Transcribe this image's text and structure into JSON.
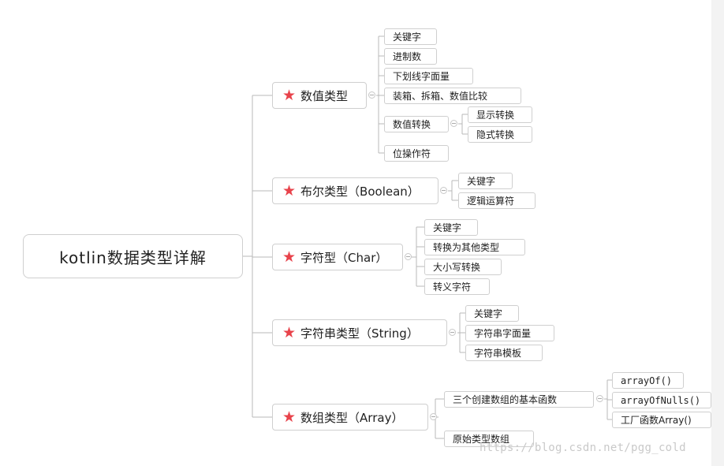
{
  "mindmap": {
    "root": "kotlin数据类型详解",
    "categories": [
      {
        "label": "数值类型",
        "children": [
          "关键字",
          "进制数",
          "下划线字面量",
          "装箱、拆箱、数值比较"
        ],
        "convert": {
          "label": "数值转换",
          "children": [
            "显示转换",
            "隐式转换"
          ]
        },
        "last": "位操作符"
      },
      {
        "label": "布尔类型（Boolean）",
        "children": [
          "关键字",
          "逻辑运算符"
        ]
      },
      {
        "label": "字符型（Char）",
        "children": [
          "关键字",
          "转换为其他类型",
          "大小写转换",
          "转义字符"
        ]
      },
      {
        "label": "字符串类型（String）",
        "children": [
          "关键字",
          "字符串字面量",
          "字符串模板"
        ]
      },
      {
        "label": "数组类型（Array）",
        "basic": {
          "label": "三个创建数组的基本函数",
          "children": [
            "arrayOf()",
            "arrayOfNulls()",
            "工厂函数Array()"
          ]
        },
        "primitive": "原始类型数组"
      }
    ]
  },
  "watermark": "https://blog.csdn.net/pgg_cold",
  "colors": {
    "star": "#e8434b",
    "line": "#b8b8b8",
    "border": "#cfcfcf"
  },
  "icons": {
    "star": "★"
  }
}
